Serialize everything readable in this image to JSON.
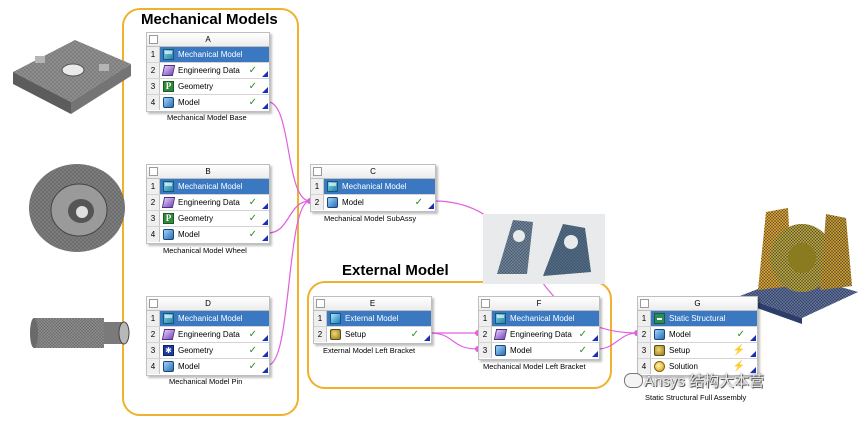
{
  "groups": {
    "mechanical": "Mechanical Models",
    "external": "External Model"
  },
  "systems": {
    "A": {
      "col": "A",
      "caption": "Mechanical Model Base",
      "rows": [
        {
          "num": "1",
          "label": "Mechanical Model",
          "icon": "system-icon",
          "status": ""
        },
        {
          "num": "2",
          "label": "Engineering Data",
          "icon": "engineering-data-icon",
          "status": "✓"
        },
        {
          "num": "3",
          "label": "Geometry",
          "icon": "geometry-icon",
          "status": "✓"
        },
        {
          "num": "4",
          "label": "Model",
          "icon": "model-icon",
          "status": "✓"
        }
      ]
    },
    "B": {
      "col": "B",
      "caption": "Mechanical Model Wheel",
      "rows": [
        {
          "num": "1",
          "label": "Mechanical Model",
          "icon": "system-icon",
          "status": ""
        },
        {
          "num": "2",
          "label": "Engineering Data",
          "icon": "engineering-data-icon",
          "status": "✓"
        },
        {
          "num": "3",
          "label": "Geometry",
          "icon": "geometry-icon",
          "status": "✓"
        },
        {
          "num": "4",
          "label": "Model",
          "icon": "model-icon",
          "status": "✓"
        }
      ]
    },
    "C": {
      "col": "C",
      "caption": "Mechanical Model SubAssy",
      "rows": [
        {
          "num": "1",
          "label": "Mechanical Model",
          "icon": "system-icon",
          "status": ""
        },
        {
          "num": "2",
          "label": "Model",
          "icon": "model-icon",
          "status": "✓"
        }
      ]
    },
    "D": {
      "col": "D",
      "caption": "Mechanical Model Pin",
      "rows": [
        {
          "num": "1",
          "label": "Mechanical Model",
          "icon": "system-icon",
          "status": ""
        },
        {
          "num": "2",
          "label": "Engineering Data",
          "icon": "engineering-data-icon",
          "status": "✓"
        },
        {
          "num": "3",
          "label": "Geometry",
          "icon": "geometry-alt-icon",
          "status": "✓"
        },
        {
          "num": "4",
          "label": "Model",
          "icon": "model-icon",
          "status": "✓"
        }
      ]
    },
    "E": {
      "col": "E",
      "caption": "External Model Left Bracket",
      "rows": [
        {
          "num": "1",
          "label": "External Model",
          "icon": "external-model-icon",
          "status": ""
        },
        {
          "num": "2",
          "label": "Setup",
          "icon": "setup-icon",
          "status": "✓"
        }
      ]
    },
    "F": {
      "col": "F",
      "caption": "Mechanical Model Left Bracket",
      "rows": [
        {
          "num": "1",
          "label": "Mechanical Model",
          "icon": "system-icon",
          "status": ""
        },
        {
          "num": "2",
          "label": "Engineering Data",
          "icon": "engineering-data-icon",
          "status": "✓"
        },
        {
          "num": "3",
          "label": "Model",
          "icon": "model-icon",
          "status": "✓"
        }
      ]
    },
    "G": {
      "col": "G",
      "caption": "Static Structural Full Assembly",
      "rows": [
        {
          "num": "1",
          "label": "Static Structural",
          "icon": "static-structural-icon",
          "status": ""
        },
        {
          "num": "2",
          "label": "Model",
          "icon": "model-icon",
          "status": "✓"
        },
        {
          "num": "3",
          "label": "Setup",
          "icon": "setup-icon",
          "status": "⚡"
        },
        {
          "num": "4",
          "label": "Solution",
          "icon": "solution-icon",
          "status": "⚡"
        }
      ]
    }
  },
  "watermark": "Ansys 结构大本营",
  "colors": {
    "group_border": "#f0b12c",
    "header_row": "#3a78c2",
    "link": "#e060e0",
    "check": "#2e8b2e",
    "bolt": "#f0a500",
    "corner": "#1c2fb8"
  }
}
